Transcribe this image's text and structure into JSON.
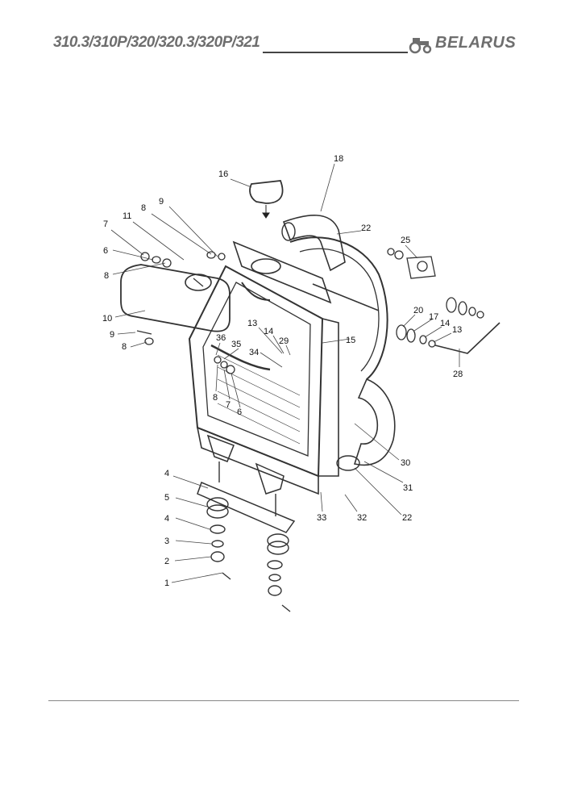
{
  "header": {
    "model_codes": "310.3/310P/320/320.3/320P/321",
    "brand": "BELARUS"
  },
  "icons": {
    "brand_logo": "tractor-icon",
    "arrow": "down-arrow-icon"
  },
  "diagram": {
    "callouts": [
      "18",
      "16",
      "22",
      "9",
      "8",
      "11",
      "7",
      "6",
      "25",
      "8",
      "10",
      "20",
      "17",
      "14",
      "13",
      "9",
      "8",
      "36",
      "35",
      "13",
      "14",
      "29",
      "15",
      "34",
      "28",
      "8",
      "7",
      "6",
      "30",
      "31",
      "4",
      "5",
      "4",
      "3",
      "2",
      "1",
      "33",
      "32",
      "22"
    ]
  }
}
